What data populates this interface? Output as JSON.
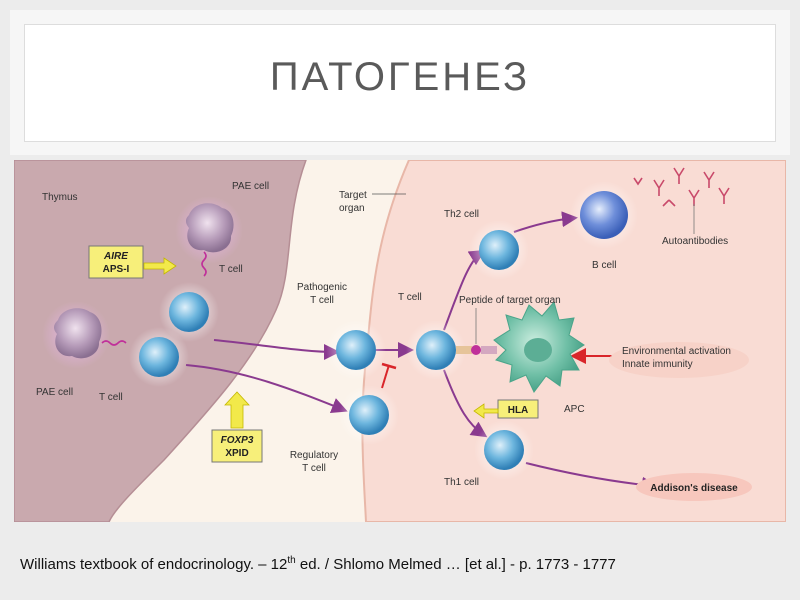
{
  "title": "ПАТОГЕНЕЗ",
  "citation": {
    "prefix": "Williams textbook of endocrinology. – 12",
    "sup": "th",
    "suffix": " ed. / Shlomo Melmed … [et al.] - p. 1773 - 1777"
  },
  "diagram": {
    "thymus": "Thymus",
    "pae_cell_top": "PAE cell",
    "pae_cell_left": "PAE cell",
    "t_cell_upper": "T cell",
    "t_cell_lower": "T cell",
    "aire_box": {
      "line1": "AIRE",
      "line2": "APS-I"
    },
    "foxp3_box": {
      "line1": "FOXP3",
      "line2": "XPID"
    },
    "target_organ": {
      "line1": "Target",
      "line2": "organ"
    },
    "pathogenic_t_cell": {
      "line1": "Pathogenic",
      "line2": "T cell"
    },
    "regulatory_t_cell": {
      "line1": "Regulatory",
      "line2": "T cell"
    },
    "t_cell_target": "T cell",
    "th2_cell": "Th2 cell",
    "b_cell": "B cell",
    "autoantibodies": "Autoantibodies",
    "peptide": "Peptide of target organ",
    "environmental": {
      "line1": "Environmental activation",
      "line2": "Innate immunity"
    },
    "hla": "HLA",
    "apc": "APC",
    "th1_cell": "Th1 cell",
    "addisons": "Addison's disease"
  },
  "colors": {
    "thymus_fill": "#c9a9ae",
    "organ_fill": "#f9dcd4",
    "t_cell": "#5aa9d6",
    "arrow": "#8a3a8f",
    "yellow_box": "#f7ef7a",
    "apc": "#6fbfa6",
    "environment_arrow": "#d9252a"
  }
}
